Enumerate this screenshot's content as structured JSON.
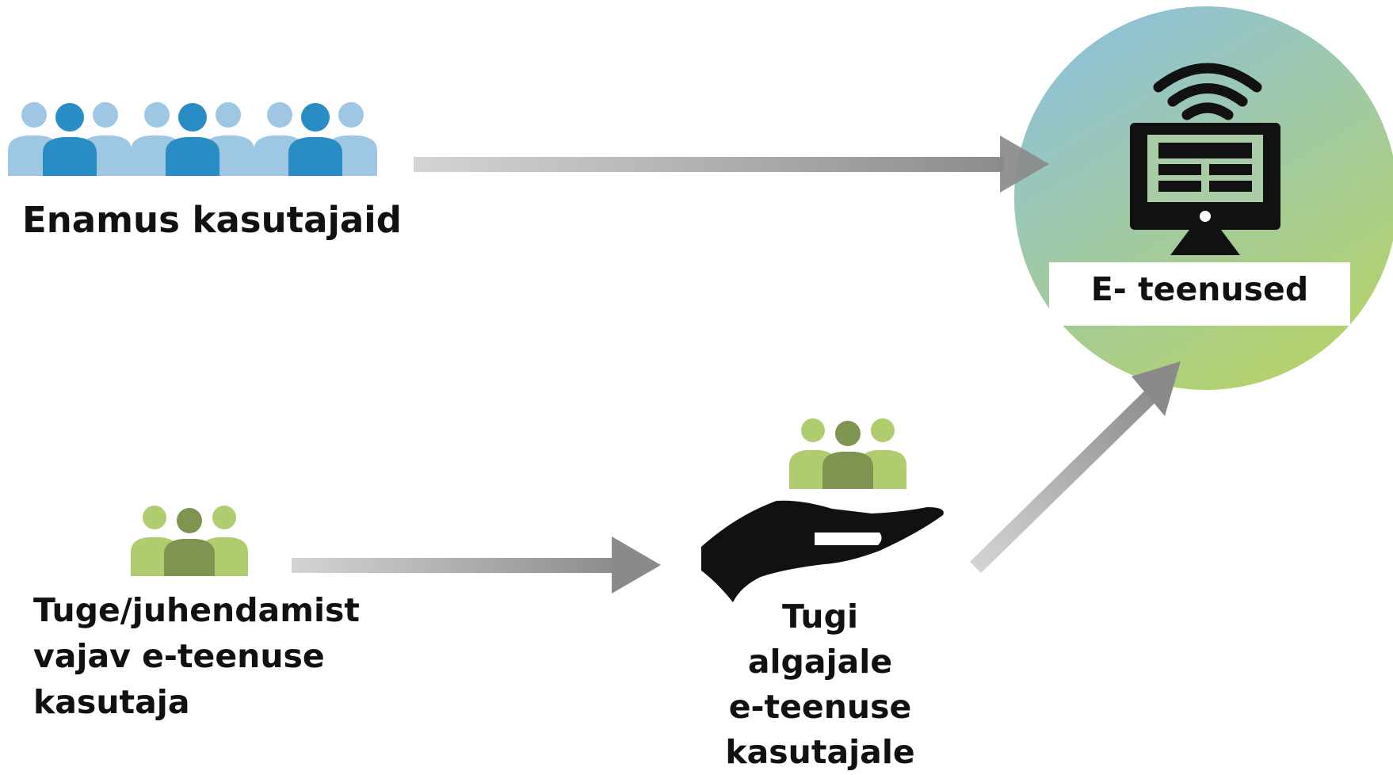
{
  "labels": {
    "majority_users": "Enamus kasutajaid",
    "needs_support_user": "Tuge/juhendamist\nvajav e-teenuse\nkasutaja",
    "support_for_beginner": "Tugi algajale\ne-teenuse\nkasutajale",
    "e_services": "E- teenused"
  },
  "colors": {
    "blue_light": "#9dc7e2",
    "blue_dark": "#2a8cc4",
    "green_light": "#afcd6e",
    "green_dark": "#7e9450",
    "arrow_light": "#d2d2d2",
    "arrow_dark": "#8f8f8f",
    "circle_top": "#8ec1dc",
    "circle_bottom": "#b6d364",
    "icon_black": "#111111"
  },
  "icons": {
    "majority_group": "people-group-icon",
    "support_group": "people-group-icon",
    "helper_group": "people-group-icon",
    "hand": "open-hand-icon",
    "computer": "monitor-icon",
    "wifi": "wifi-icon"
  }
}
